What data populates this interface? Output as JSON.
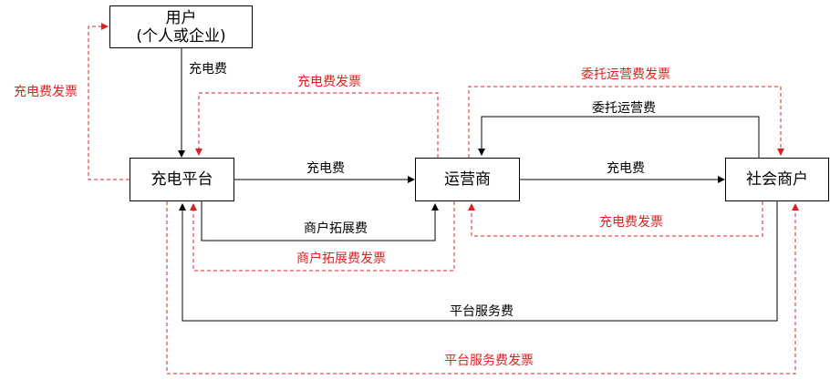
{
  "nodes": {
    "user": {
      "line1": "用户",
      "line2": "(个人或企业)"
    },
    "platform": {
      "label": "充电平台"
    },
    "operator": {
      "label": "运营商"
    },
    "merchant": {
      "label": "社会商户"
    }
  },
  "flows": {
    "user_to_platform_fee": "充电费",
    "platform_to_user_invoice": "充电费发票",
    "operator_to_platform_invoice": "充电费发票",
    "platform_to_operator_fee": "充电费",
    "platform_to_operator_expansion_fee": "商户拓展费",
    "operator_to_platform_expansion_invoice": "商户拓展费发票",
    "operator_to_merchant_fee": "充电费",
    "merchant_to_operator_invoice": "充电费发票",
    "merchant_to_operator_commission": "委托运营费",
    "operator_to_merchant_commission_invoice": "委托运营费发票",
    "merchant_to_platform_service_fee": "平台服务费",
    "platform_to_merchant_service_invoice": "平台服务费发票"
  },
  "colors": {
    "money": "#000000",
    "invoice": "#e02020"
  }
}
